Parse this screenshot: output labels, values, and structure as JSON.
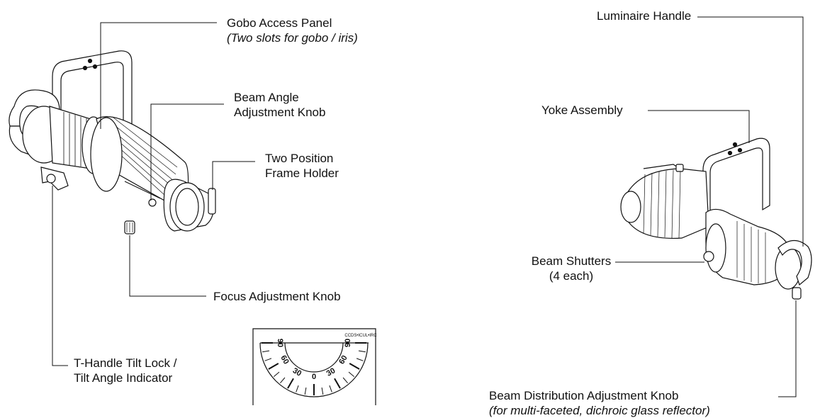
{
  "labels": {
    "gobo_panel": {
      "line1": "Gobo Access Panel",
      "line2": "(Two slots for gobo / iris)"
    },
    "beam_angle_knob": {
      "line1": "Beam Angle",
      "line2": "Adjustment Knob"
    },
    "frame_holder": {
      "line1": "Two Position",
      "line2": "Frame Holder"
    },
    "focus_knob": {
      "text": "Focus Adjustment Knob"
    },
    "tilt_lock": {
      "line1": "T-Handle Tilt Lock /",
      "line2": "Tilt Angle Indicator"
    },
    "luminaire_handle": {
      "text": "Luminaire Handle"
    },
    "yoke_assembly": {
      "text": "Yoke Assembly"
    },
    "beam_shutters": {
      "line1": "Beam Shutters",
      "line2": "(4 each)"
    },
    "beam_distribution_knob": {
      "line1": "Beam Distribution Adjustment Knob",
      "line2": "(for multi-faceted, dichroic glass reflector)"
    }
  },
  "tilt_scale": {
    "tick_labels": [
      "90",
      "60",
      "30",
      "0",
      "30",
      "60",
      "90"
    ],
    "fine_print": "CCDS•ICUL•IRC"
  }
}
